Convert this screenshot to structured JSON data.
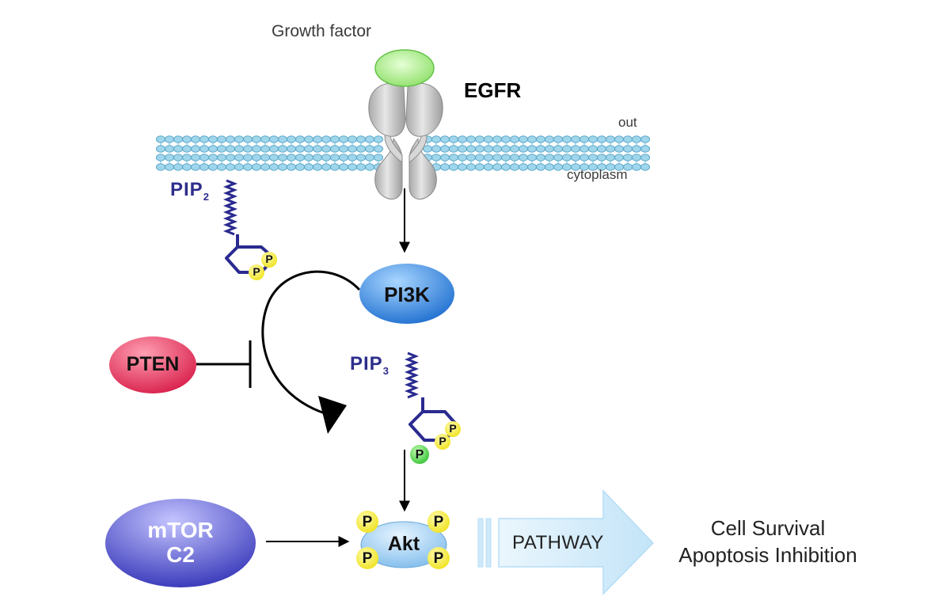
{
  "diagram": {
    "growth_factor": "Growth factor",
    "receptor": "EGFR",
    "membrane_out": "out",
    "membrane_in": "cytoplasm",
    "pip2": {
      "base": "PIP",
      "sub": "2"
    },
    "pip3": {
      "base": "PIP",
      "sub": "3"
    },
    "pi3k": "PI3K",
    "pten": "PTEN",
    "mtor_line1": "mTOR",
    "mtor_line2": "C2",
    "akt": "Akt",
    "phospho": "P",
    "pathway": "PATHWAY",
    "outcome_line1": "Cell Survival",
    "outcome_line2": "Apoptosis Inhibition"
  },
  "colors": {
    "membrane": "#9fd6ec",
    "receptor": "#c8c8c8",
    "growth_factor": "#9ee87e",
    "pi3k": "#2f86e0",
    "pten": "#e8335a",
    "mtor": "#4a4ac8",
    "akt": "#8ec6f0",
    "phospho": "#f5ee2a",
    "phospho_new": "#3ecf3e",
    "lipid": "#2a2a90",
    "pathway_arrow": "#cfe9fa"
  }
}
